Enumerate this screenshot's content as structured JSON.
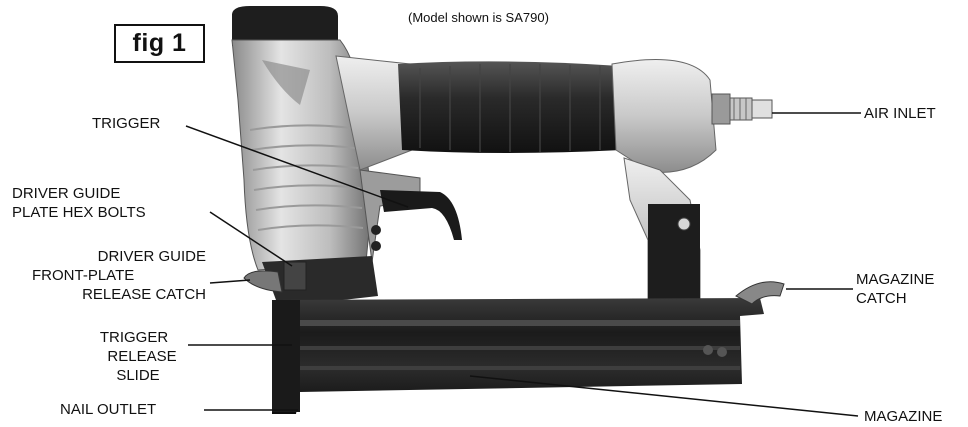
{
  "figure": {
    "label": "fig 1",
    "caption": "(Model shown is SA790)"
  },
  "callouts": {
    "trigger": "TRIGGER",
    "driver_guide_bolts": [
      "DRIVER GUIDE",
      "PLATE HEX BOLTS"
    ],
    "front_plate_catch": [
      "DRIVER GUIDE",
      "FRONT-PLATE",
      "RELEASE CATCH"
    ],
    "trigger_release_slide": [
      "TRIGGER",
      "RELEASE",
      "SLIDE"
    ],
    "nail_outlet": "NAIL OUTLET",
    "air_inlet": "AIR INLET",
    "magazine_catch": [
      "MAGAZINE",
      "CATCH"
    ],
    "magazine": "MAGAZINE"
  }
}
